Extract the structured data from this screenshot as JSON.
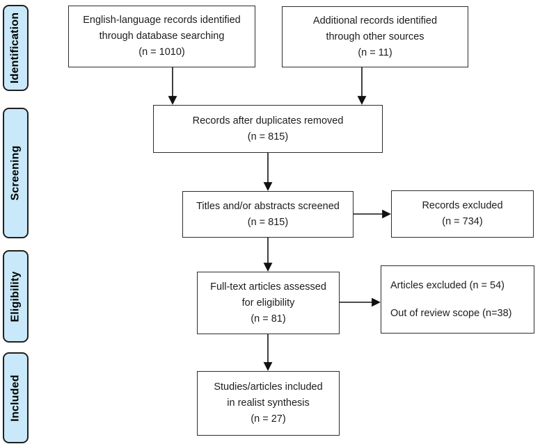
{
  "sidebar": {
    "stages": [
      {
        "label": "Identification"
      },
      {
        "label": "Screening"
      },
      {
        "label": "Eligibility"
      },
      {
        "label": "Included"
      }
    ]
  },
  "boxes": {
    "db_search": {
      "lines": [
        "English-language records identified",
        "through database searching",
        "(n = 1010)"
      ]
    },
    "other_sources": {
      "lines": [
        "Additional records identified",
        "through other sources",
        "(n = 11)"
      ]
    },
    "duplicates_removed": {
      "lines": [
        "Records after duplicates removed",
        "(n = 815)"
      ]
    },
    "screened": {
      "lines": [
        "Titles and/or abstracts screened",
        "(n = 815)"
      ]
    },
    "records_excluded": {
      "lines": [
        "Records excluded",
        "(n = 734)"
      ]
    },
    "fulltext_assessed": {
      "lines": [
        "Full-text articles assessed",
        "for eligibility",
        "(n = 81)"
      ]
    },
    "articles_excluded": {
      "lines": [
        "Articles excluded (n = 54)",
        "Out of review scope (n=38)"
      ]
    },
    "included_synthesis": {
      "lines": [
        "Studies/articles included",
        "in realist synthesis",
        "(n = 27)"
      ]
    }
  },
  "colors": {
    "stage_fill": "#C9E8F9",
    "stage_border": "#1F1F1F",
    "box_border": "#2B2B2B",
    "arrow": "#111111"
  }
}
